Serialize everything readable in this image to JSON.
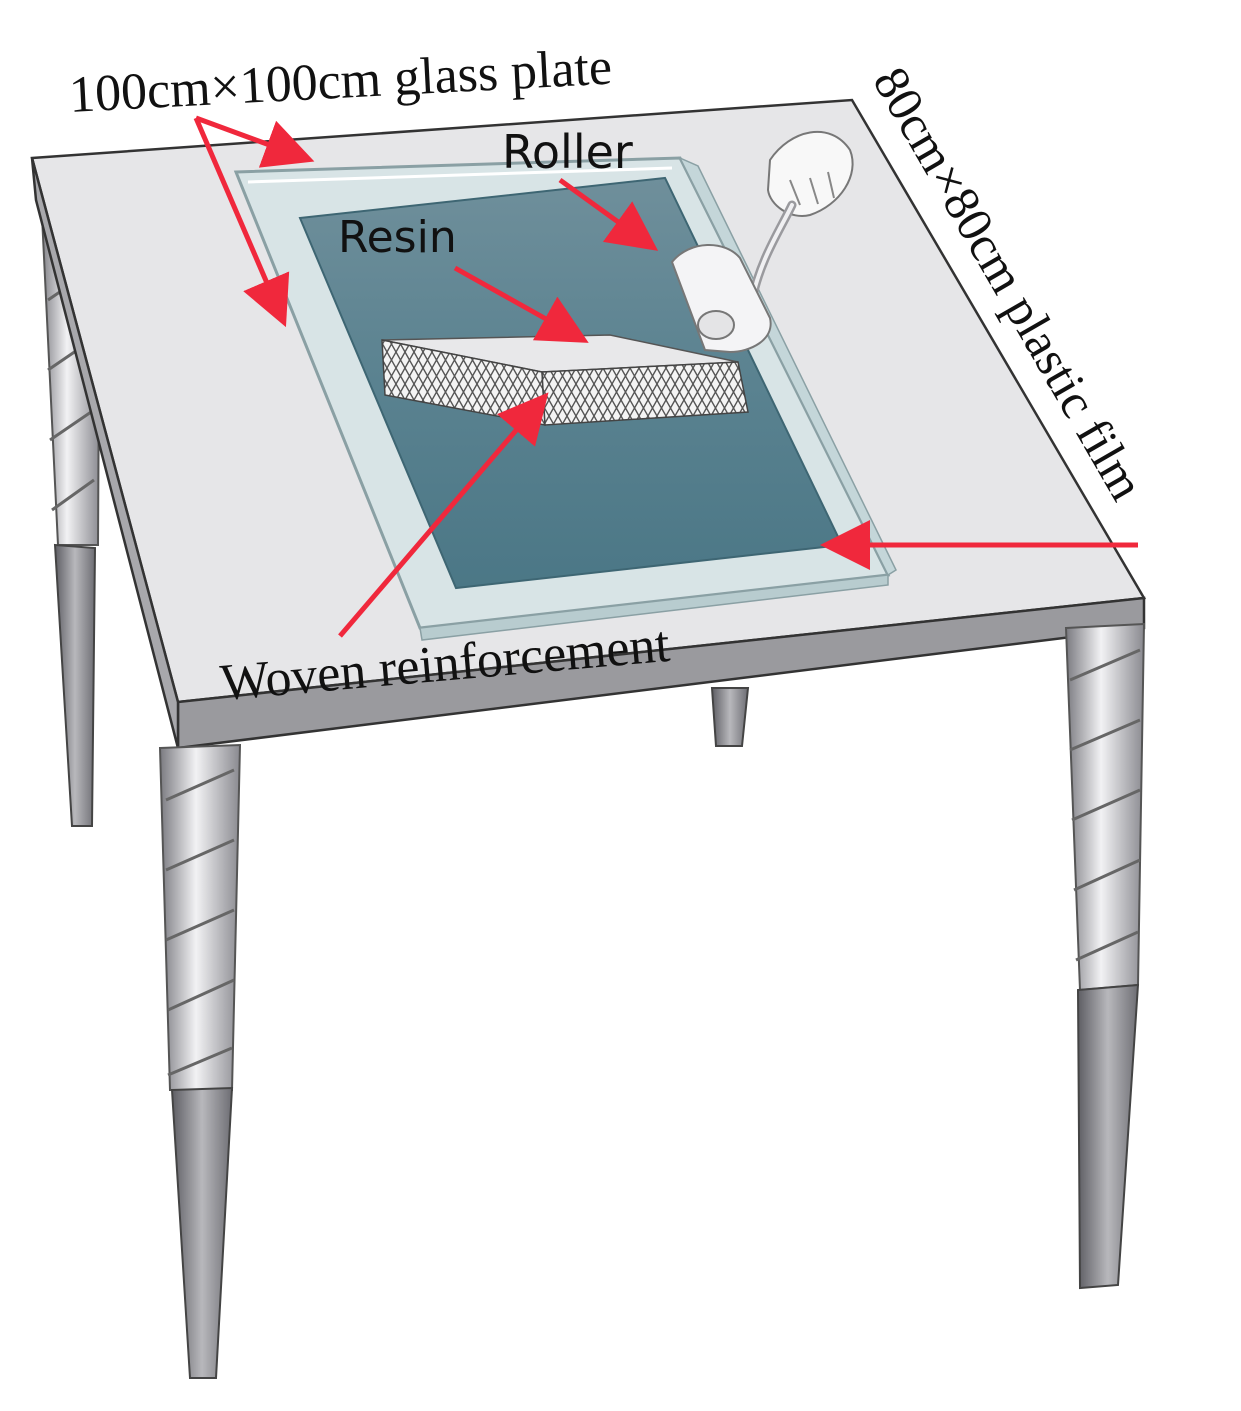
{
  "labels": {
    "glass_plate": "100cm×100cm glass plate",
    "roller": "Roller",
    "resin": "Resin",
    "plastic_film": "80cm×80cm plastic film",
    "woven_reinforcement": "Woven reinforcement"
  },
  "colors": {
    "arrow": "#f0283c",
    "table_top": "#e6e6e8",
    "table_edge": "#9a9a9e",
    "glass": "#d8e4e6",
    "film": "#56808f",
    "leg": "#b8b8bc"
  }
}
